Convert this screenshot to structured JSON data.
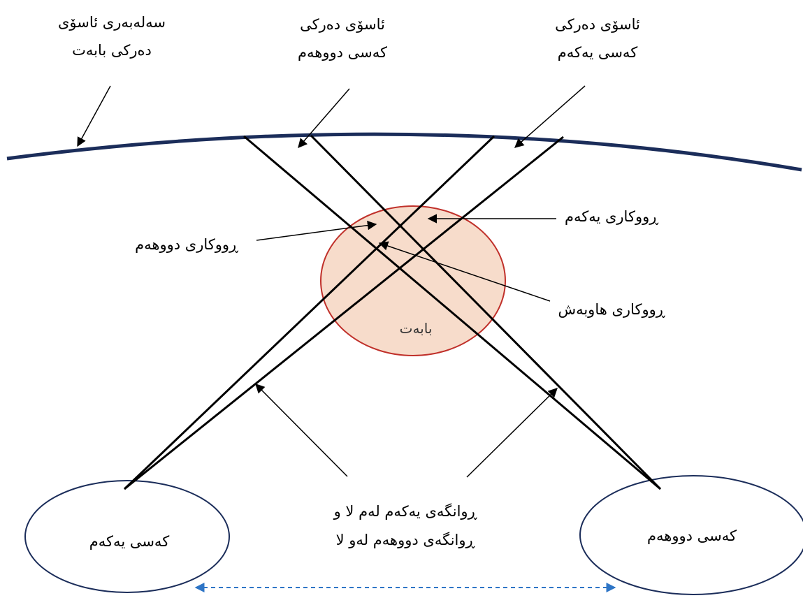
{
  "labels": {
    "horizon_line1": "سەلەبەری ئاسۆی",
    "horizon_line2": "دەرکی بابەت",
    "horizon2_line1": "ئاسۆی دەرکی",
    "horizon2_line2": "کەسی دووهەم",
    "horizon1_line1": "ئاسۆی دەرکی",
    "horizon1_line2": "کەسی یەکەم",
    "surface_first": "ڕووکاری یەکەم",
    "surface_second": "ڕووکاری دووهەم",
    "surface_shared": "ڕووکاری هاوبەش",
    "object": "بابەت",
    "view_line1": "ڕوانگەی یەکەم لەم لا و",
    "view_line2": "ڕوانگەی دووهەم لەو لا",
    "person_first": "کەسی یەکەم",
    "person_second": "کەسی دووهەم"
  },
  "colors": {
    "horizon_curve": "#1b2d5a",
    "object_fill": "#f7dccb",
    "object_stroke": "#c0302a",
    "person_stroke": "#1b2d5a",
    "sight_lines": "#000000",
    "distance_arrow": "#2e75c6"
  }
}
